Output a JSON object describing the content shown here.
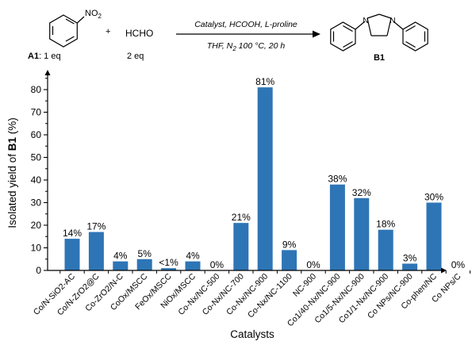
{
  "scheme": {
    "nitro_group": "NO",
    "nitro_sub": "2",
    "plus": "+",
    "reagent": "HCHO",
    "reactant_label": "A1",
    "reactant_eq": ": 1 eq",
    "reagent_eq": "2 eq",
    "conditions_top": "Catalyst, HCOOH, L-proline",
    "conditions_bottom_pre": "THF, N",
    "conditions_bottom_sub": "2",
    "conditions_bottom_post": " 100 °C, 20 h",
    "n_label_1": "N",
    "n_label_2": "N",
    "product_label": "B1"
  },
  "colors": {
    "bar": "#2e75b6",
    "axis": "#000000"
  },
  "chart_data": {
    "type": "bar",
    "title": "",
    "xlabel": "Catalysts",
    "ylabel_pre": "Isolated yield of ",
    "ylabel_bold": "B1",
    "ylabel_post": " (%)",
    "ylim": [
      0,
      85
    ],
    "yticks": [
      0,
      10,
      20,
      30,
      40,
      50,
      60,
      70,
      80
    ],
    "grid": false,
    "categories": [
      "Co/N-SiO2-AC",
      "Co/N-ZrO2@C",
      "Co-ZrO2/N-C",
      "CoOx/MSCC",
      "FeOx/MSCC",
      "NiOx/MSCC",
      "Co-Nx/NC-500",
      "Co-Nx/NC-700",
      "Co-Nx/NC-900",
      "Co-Nx/NC-1100",
      "NC-900",
      "Co1/40-Nx/NC-900",
      "Co1/5-Nx/NC-900",
      "Co1/1-Nx/NC-900",
      "Co NPs/NC-900",
      "Co-phen/NC",
      "Co NPs/C"
    ],
    "values": [
      14,
      17,
      4,
      5,
      1,
      4,
      0,
      21,
      81,
      9,
      0,
      38,
      32,
      18,
      3,
      30,
      0
    ],
    "value_labels": [
      "14%",
      "17%",
      "4%",
      "5%",
      "<1%",
      "4%",
      "0%",
      "21%",
      "81%",
      "9%",
      "0%",
      "38%",
      "32%",
      "18%",
      "3%",
      "30%",
      "0%"
    ]
  }
}
